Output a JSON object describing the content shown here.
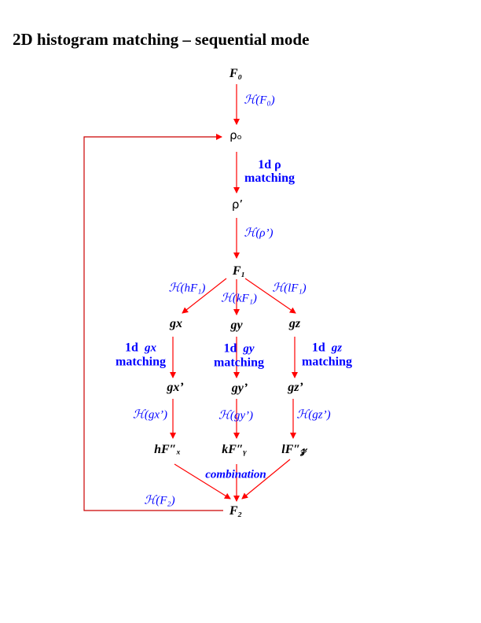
{
  "title": "2D histogram matching – sequential mode",
  "nodes": {
    "F0": "F₀",
    "rho0": "ρₒ",
    "rho_prime": "ρ’",
    "F1": "F₁",
    "gx": "gx",
    "gy": "gy",
    "gz": "gz",
    "gx_prime": "gx’",
    "gy_prime": "gy’",
    "gz_prime": "gz’",
    "hFx": "hF″ₓ",
    "kFy": "kF″ᵧ",
    "lFz": "lF″𝓏",
    "F2": "F₂"
  },
  "edge_labels": {
    "H_F0": "ℋ(F₀)",
    "rho_matching_1": "1d ρ",
    "rho_matching_2": "matching",
    "H_rho_prime": "ℋ(ρ’)",
    "H_hF1": "ℋ(hF₁)",
    "H_kF1": "ℋ(kF₁)",
    "H_lF1": "ℋ(lF₁)",
    "gx_matching_1": "1d",
    "gx_matching_var": "gx",
    "gx_matching_2": "matching",
    "gy_matching_1": "1d",
    "gy_matching_var": "gy",
    "gy_matching_2": "matching",
    "gz_matching_1": "1d",
    "gz_matching_var": "gz",
    "gz_matching_2": "matching",
    "H_gx_prime": "ℋ(gx’)",
    "H_gy_prime": "ℋ(gy’)",
    "H_gz_prime": "ℋ(gz’)",
    "combination": "combination",
    "H_F2": "ℋ(F₂)"
  },
  "colors": {
    "arrow": "#ff0000",
    "feedback": "#cc0000",
    "label": "#0000ff"
  }
}
